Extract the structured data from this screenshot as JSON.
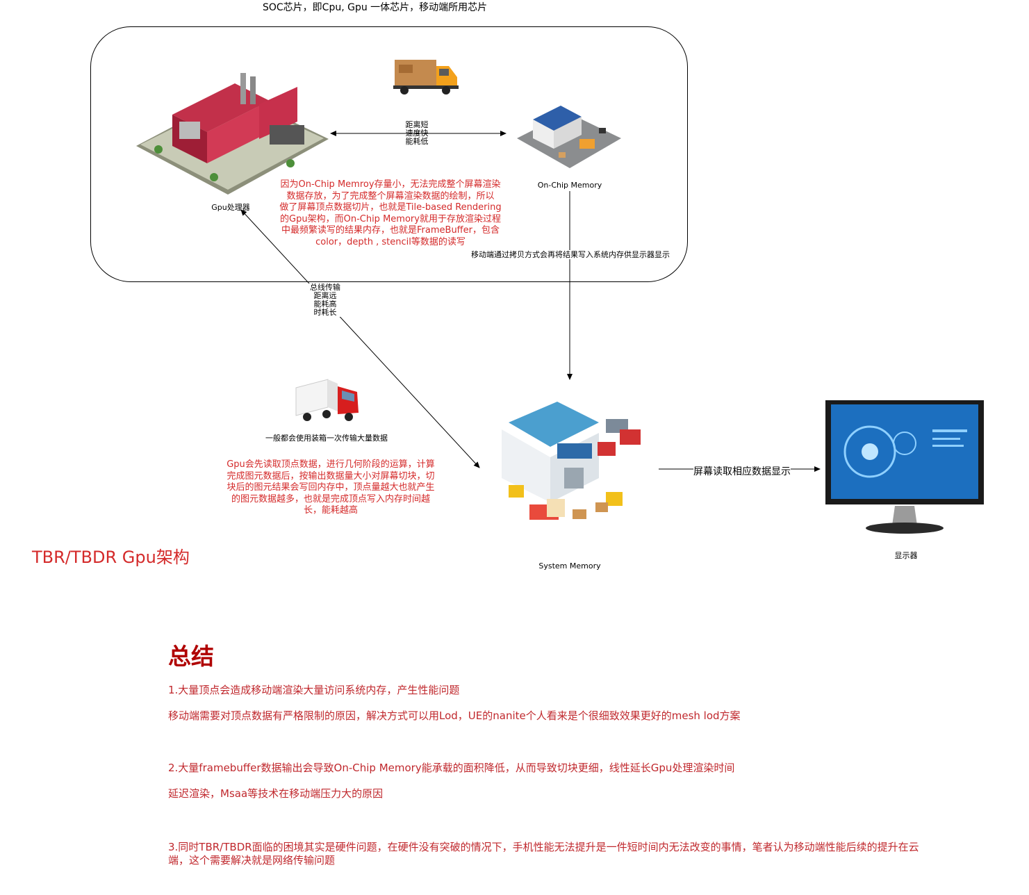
{
  "header": {
    "soc_label": "SOC芯片，即Cpu, Gpu 一体芯片，移动端所用芯片"
  },
  "nodes": {
    "gpu": {
      "label": "Gpu处理器",
      "icon": "factory-icon"
    },
    "on_chip": {
      "label": "On-Chip Memory",
      "icon": "small-warehouse-icon"
    },
    "system_memory": {
      "label": "System Memory",
      "icon": "warehouse-icon"
    },
    "monitor": {
      "label": "显示器",
      "icon": "monitor-icon"
    },
    "small_truck": {
      "icon": "delivery-truck-icon"
    },
    "big_truck": {
      "icon": "red-container-truck-icon"
    }
  },
  "edges": {
    "gpu_onchip": {
      "lines": [
        "距离短",
        "速度快",
        "能耗低"
      ]
    },
    "onchip_system": {
      "label": "移动端通过拷贝方式会再将结果写入系统内存供显示器显示"
    },
    "system_gpu": {
      "lines": [
        "总线传输",
        "距离远",
        "能耗高",
        "时耗长"
      ]
    },
    "system_monitor": {
      "label": "屏幕读取相应数据显示"
    }
  },
  "notes": {
    "onchip_note": [
      "因为On-Chip Memroy存量小，无法完成整个屏幕渲染",
      "数据存放，为了完成整个屏幕渲染数据的绘制，所以",
      "做了屏幕顶点数据切片，也就是Tile-based Rendering",
      "的Gpu架构，而On-Chip Memory就用于存放渲染过程",
      "中最频繁读写的结果内存，也就是FrameBuffer，包含",
      "color，depth , stencil等数据的读写"
    ],
    "truck_caption": "一般都会使用装箱一次传输大量数据",
    "gpu_note": [
      "Gpu会先读取顶点数据，进行几何阶段的运算，计算",
      "完成图元数据后，按输出数据量大小对屏幕切块，切",
      "块后的图元结果会写回内存中，顶点量越大也就产生",
      "的图元数据越多，也就是完成顶点写入内存时间越",
      "长，能耗越高"
    ]
  },
  "diagram_title": "TBR/TBDR Gpu架构",
  "summary": {
    "title": "总结",
    "p1": "1.大量顶点会造成移动端渲染大量访问系统内存，产生性能问题",
    "p1b": "移动端需要对顶点数据有严格限制的原因，解决方式可以用Lod，UE的nanite个人看来是个很细致效果更好的mesh lod方案",
    "p2": "2.大量framebuffer数据输出会导致On-Chip Memory能承载的面积降低，从而导致切块更细，线性延长Gpu处理渲染时间",
    "p2b": "延迟渲染，Msaa等技术在移动端压力大的原因",
    "p3a": "3.同时TBR/TBDR面临的困境其实是硬件问题，在硬件没有突破的情况下，手机性能无法提升是一件短时间内无法改变的事情，笔者认为移动端性能后续的提升在云",
    "p3b": "端，这个需要解决就是网络传输问题"
  },
  "colors": {
    "accent_red": "#d42a2a",
    "title_red": "#b00000",
    "line": "#000000"
  }
}
